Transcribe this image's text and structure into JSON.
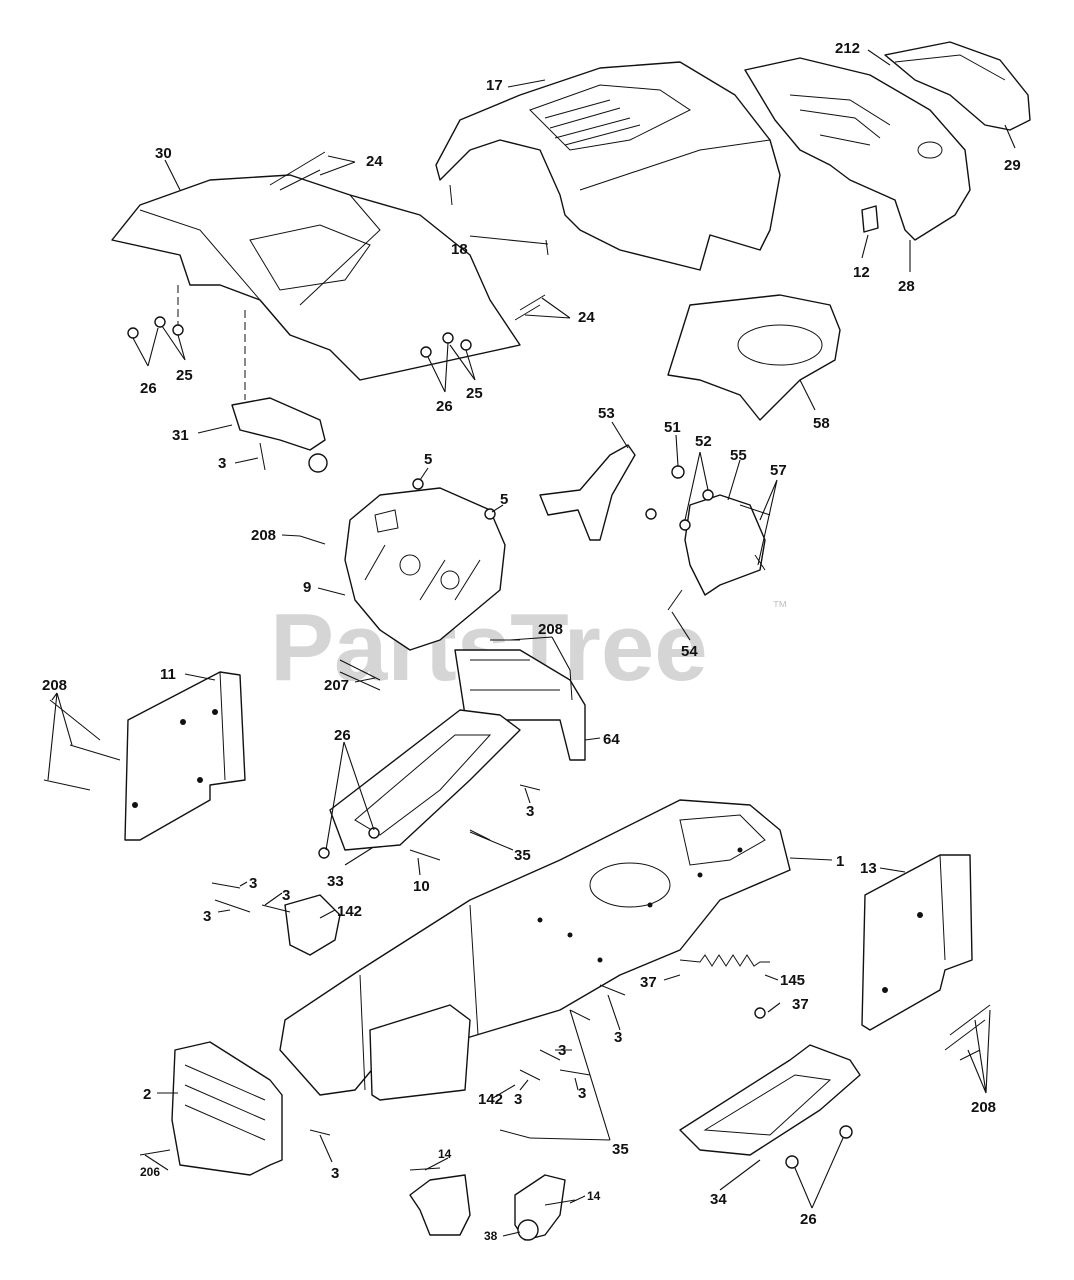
{
  "watermark": {
    "text": "PartsTree",
    "trademark": "™"
  },
  "callouts": [
    {
      "id": "c17",
      "text": "17"
    },
    {
      "id": "c212",
      "text": "212"
    },
    {
      "id": "c30",
      "text": "30"
    },
    {
      "id": "c24a",
      "text": "24"
    },
    {
      "id": "c29",
      "text": "29"
    },
    {
      "id": "c18",
      "text": "18"
    },
    {
      "id": "c12",
      "text": "12"
    },
    {
      "id": "c28",
      "text": "28"
    },
    {
      "id": "c24b",
      "text": "24"
    },
    {
      "id": "c26a",
      "text": "26"
    },
    {
      "id": "c25a",
      "text": "25"
    },
    {
      "id": "c26b",
      "text": "26"
    },
    {
      "id": "c25b",
      "text": "25"
    },
    {
      "id": "c58",
      "text": "58"
    },
    {
      "id": "c31",
      "text": "31"
    },
    {
      "id": "c53",
      "text": "53"
    },
    {
      "id": "c51",
      "text": "51"
    },
    {
      "id": "c52",
      "text": "52"
    },
    {
      "id": "c3a",
      "text": "3"
    },
    {
      "id": "c5a",
      "text": "5"
    },
    {
      "id": "c55",
      "text": "55"
    },
    {
      "id": "c57",
      "text": "57"
    },
    {
      "id": "c5b",
      "text": "5"
    },
    {
      "id": "c208a",
      "text": "208"
    },
    {
      "id": "c9",
      "text": "9"
    },
    {
      "id": "c208b",
      "text": "208"
    },
    {
      "id": "c54",
      "text": "54"
    },
    {
      "id": "c11",
      "text": "11"
    },
    {
      "id": "c208c",
      "text": "208"
    },
    {
      "id": "c207",
      "text": "207"
    },
    {
      "id": "c64",
      "text": "64"
    },
    {
      "id": "c26c",
      "text": "26"
    },
    {
      "id": "c3b",
      "text": "3"
    },
    {
      "id": "c35a",
      "text": "35"
    },
    {
      "id": "c1",
      "text": "1"
    },
    {
      "id": "c33",
      "text": "33"
    },
    {
      "id": "c10",
      "text": "10"
    },
    {
      "id": "c13",
      "text": "13"
    },
    {
      "id": "c3c",
      "text": "3"
    },
    {
      "id": "c3d",
      "text": "3"
    },
    {
      "id": "c3e",
      "text": "3"
    },
    {
      "id": "c142a",
      "text": "142"
    },
    {
      "id": "c37a",
      "text": "37"
    },
    {
      "id": "c145",
      "text": "145"
    },
    {
      "id": "c37b",
      "text": "37"
    },
    {
      "id": "c3f",
      "text": "3"
    },
    {
      "id": "c3g",
      "text": "3"
    },
    {
      "id": "c2",
      "text": "2"
    },
    {
      "id": "c142b",
      "text": "142"
    },
    {
      "id": "c3h",
      "text": "3"
    },
    {
      "id": "c3i",
      "text": "3"
    },
    {
      "id": "c208d",
      "text": "208"
    },
    {
      "id": "c35b",
      "text": "35"
    },
    {
      "id": "c3j",
      "text": "3"
    },
    {
      "id": "c206",
      "text": "206"
    },
    {
      "id": "c14a",
      "text": "14"
    },
    {
      "id": "c14b",
      "text": "14"
    },
    {
      "id": "c34",
      "text": "34"
    },
    {
      "id": "c26d",
      "text": "26"
    },
    {
      "id": "c38",
      "text": "38"
    }
  ]
}
